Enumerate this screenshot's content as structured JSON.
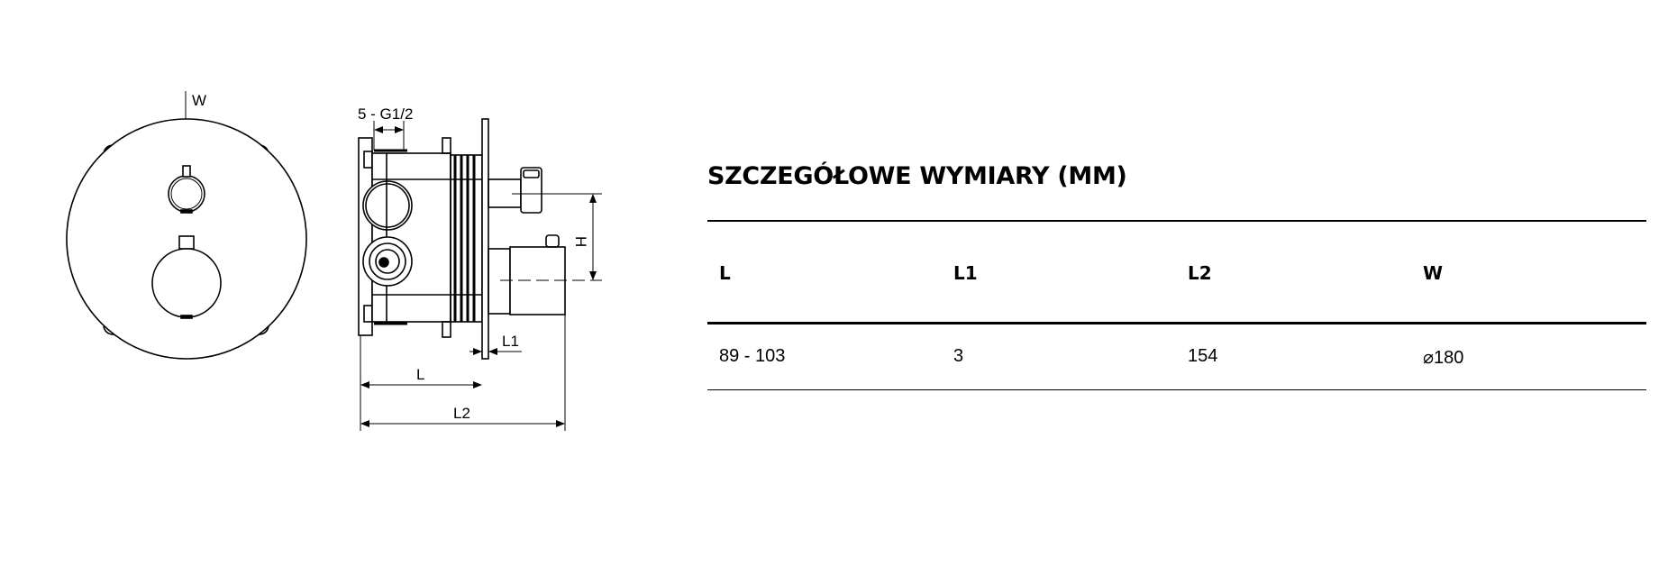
{
  "drawing": {
    "front_view": {
      "label_w": "W"
    },
    "side_view": {
      "label_thread": "5 - G1/2",
      "label_h": "H",
      "label_l1": "L1",
      "label_l": "L",
      "label_l2": "L2"
    }
  },
  "section": {
    "title": "SZCZEGÓŁOWE WYMIARY (MM)"
  },
  "table": {
    "headers": [
      "L",
      "L1",
      "L2",
      "W"
    ],
    "values": [
      "89 - 103",
      "3",
      "154",
      "⌀180"
    ]
  }
}
